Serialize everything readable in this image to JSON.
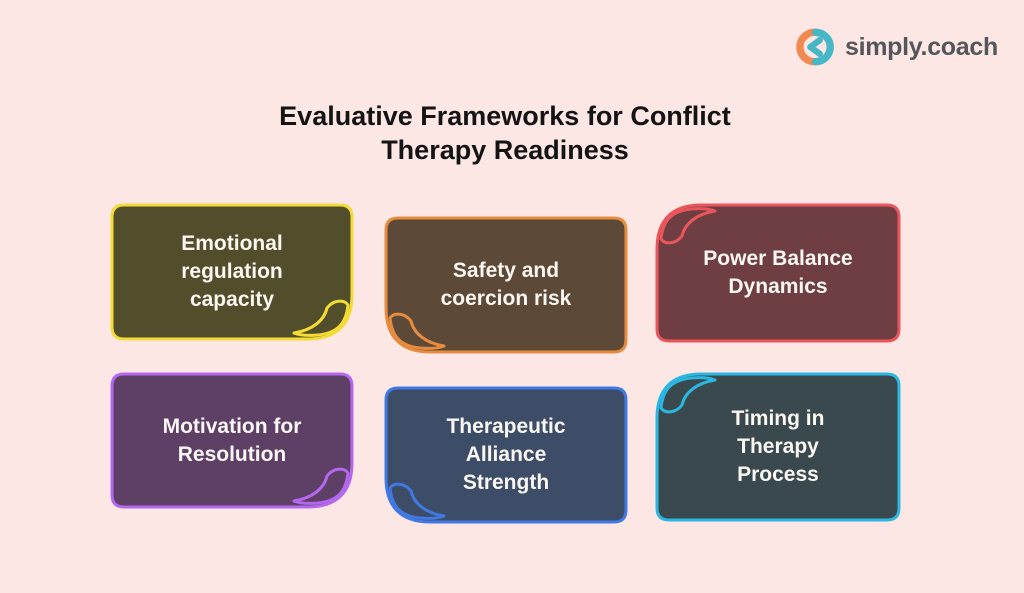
{
  "background_color": "#FCE7E5",
  "logo": {
    "text": "simply.coach",
    "text_color": "#55565B",
    "icon": "simply-coach-logo-icon",
    "icon_orange": "#F08A50",
    "icon_teal": "#46B7C6"
  },
  "title": {
    "lines": [
      "Evaluative Frameworks for Conflict",
      "Therapy Readiness"
    ],
    "color": "#141414"
  },
  "card_text_color": "#FAF7F2",
  "cards": [
    {
      "id": "emotional-regulation-capacity",
      "lines": [
        "Emotional",
        "regulation",
        "capacity"
      ],
      "fill": "#524E2B",
      "border": "#F5DC35",
      "curl": "bottom-right"
    },
    {
      "id": "safety-and-coercion-risk",
      "lines": [
        "Safety and",
        "coercion risk"
      ],
      "fill": "#5C4937",
      "border": "#E68C3F",
      "curl": "bottom-left"
    },
    {
      "id": "power-balance-dynamics",
      "lines": [
        "Power Balance",
        "Dynamics"
      ],
      "fill": "#6E3E42",
      "border": "#E9575C",
      "curl": "top-left"
    },
    {
      "id": "motivation-for-resolution",
      "lines": [
        "Motivation for",
        "Resolution"
      ],
      "fill": "#5E3F65",
      "border": "#B468EE",
      "curl": "bottom-right"
    },
    {
      "id": "therapeutic-alliance-strength",
      "lines": [
        "Therapeutic",
        "Alliance",
        "Strength"
      ],
      "fill": "#3D4D68",
      "border": "#4179E3",
      "curl": "bottom-left"
    },
    {
      "id": "timing-in-therapy-process",
      "lines": [
        "Timing in",
        "Therapy",
        "Process"
      ],
      "fill": "#39494D",
      "border": "#2CB6E2",
      "curl": "top-left"
    }
  ]
}
